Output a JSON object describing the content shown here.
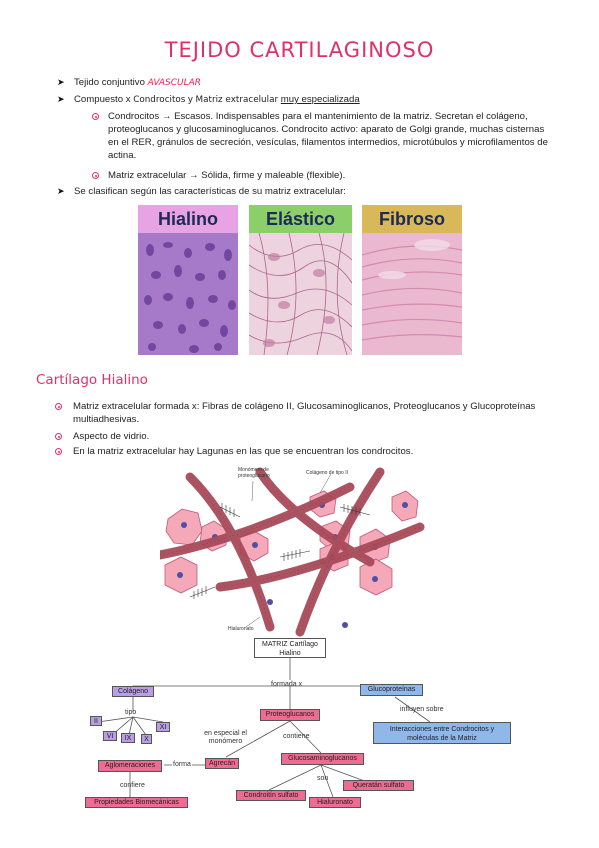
{
  "title": "TEJIDO CARTILAGINOSO",
  "intro": {
    "line1_prefix": "Tejido conjuntivo ",
    "line1_highlight": "AVASCULAR",
    "line2_prefix": "Compuesto x ",
    "line2_a": "Condrocitos",
    "line2_mid": " y ",
    "line2_b": "Matriz extracelular",
    "line2_underlined": "muy especializada",
    "sub1_lines": [
      "Condrocitos → Escasos. Indispensables para el mantenimiento de la matriz. Secretan el colágeno,",
      "proteoglucanos y glucosaminoglucanos. Condrocito activo: aparato de Golgi grande, muchas cisternas",
      "en el RER, gránulos de secreción, vesículas, filamentos intermedios, microtúbulos y microfilamentos de",
      "actina."
    ],
    "sub2": "Matriz extracelular → Sólida, firme y maleable (flexible).",
    "line3": "Se clasifican según las características de su matriz extracelular:"
  },
  "panels": [
    {
      "label": "Hialino",
      "head_color": "#e8a3e4"
    },
    {
      "label": "Elástico",
      "head_color": "#8ccf6a"
    },
    {
      "label": "Fibroso",
      "head_color": "#d9b85a"
    }
  ],
  "section_title": "Cartílago Hialino",
  "hyaline_bullets": [
    "Matriz extracelular formada x: Fibras de colágeno II, Glucosaminoglicanos, Proteoglucanos y Glucoproteínas",
    "multiadhesivas.",
    "Aspecto de vidrio.",
    "En la matriz extracelular hay Lagunas en las que se encuentran los condrocitos."
  ],
  "figure_labels": {
    "monomer": "Monómero de proteoglucano",
    "collagen": "Colágeno de tipo II",
    "hyaluronan": "Hialuronato"
  },
  "concept_map": {
    "root": "MATRIZ Cartílago Hialino",
    "formada_x": "formada x",
    "colageno": "Colágeno",
    "tipo": "tipo",
    "types": [
      "II",
      "VI",
      "IX",
      "X",
      "XI"
    ],
    "proteoglucanos": "Proteoglucanos",
    "glucoproteinas": "Glucoproteínas",
    "influyen_sobre": "influyen sobre",
    "interacciones": "Interacciones entre Condrocitos y moléculas de la Matriz",
    "en_especial": "en especial el monómero",
    "agrecan": "Agrecán",
    "forma": "forma",
    "aglomeraciones": "Aglomeraciones",
    "confiere": "confiere",
    "propiedades": "Propiedades Biomecánicas",
    "contiene": "contiene",
    "glucosaminoglucanos": "Glucosaminoglucanos",
    "son": "son",
    "condroitin": "Condroitín sulfato",
    "queratan": "Queratán sulfato",
    "hialuronato": "Hialuronato"
  }
}
